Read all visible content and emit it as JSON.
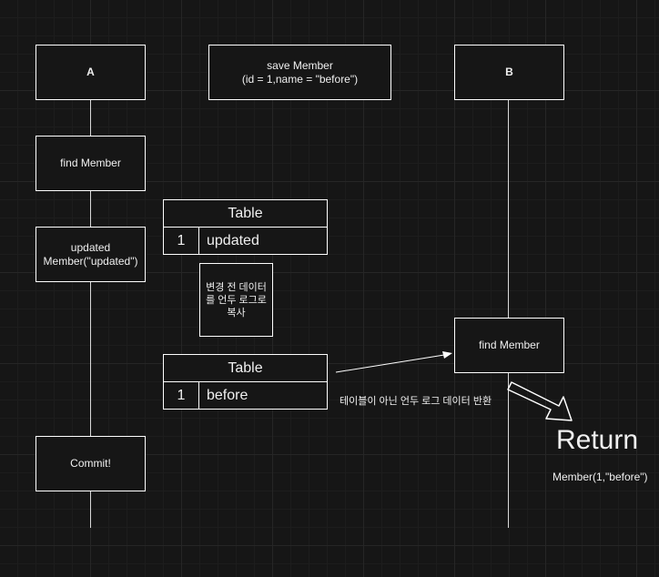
{
  "participants": {
    "a_label": "A",
    "b_label": "B",
    "save_member": "save Member\n(id = 1,name = \"before\")"
  },
  "a_steps": {
    "find_member": "find Member",
    "updated_member": "updated\nMember(\"updated\")",
    "commit": "Commit!"
  },
  "b_steps": {
    "find_member": "find Member"
  },
  "table_updated": {
    "title": "Table",
    "id": "1",
    "value": "updated"
  },
  "undo_note": "변경 전 데이터\n를 언두 로그로\n복사",
  "table_before": {
    "title": "Table",
    "id": "1",
    "value": "before"
  },
  "return_caption": "테이블이 아닌 언두 로그 데이터 반환",
  "return_label": "Return",
  "return_value": "Member(1,\"before\")",
  "colors": {
    "background": "#161616",
    "grid": "#262626",
    "stroke": "#ffffff",
    "text": "#f0f0f0"
  }
}
